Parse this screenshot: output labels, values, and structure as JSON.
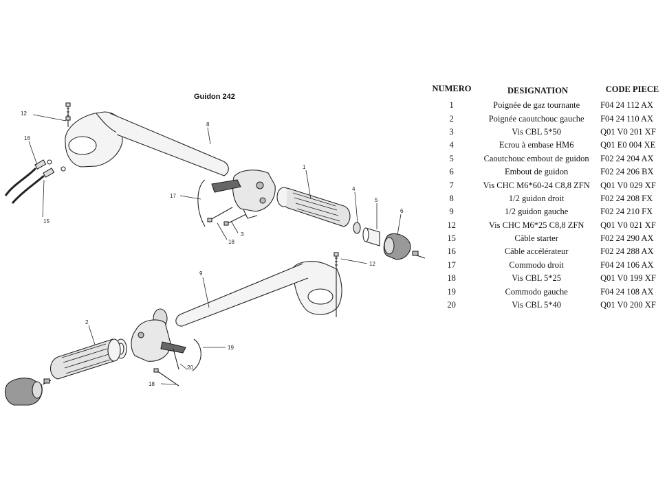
{
  "diagram": {
    "title": "Guidon 242",
    "callouts": [
      "12",
      "16",
      "15",
      "8",
      "17",
      "3",
      "18",
      "1",
      "4",
      "5",
      "6",
      "9",
      "12",
      "2",
      "20",
      "19",
      "18"
    ]
  },
  "parts_table": {
    "headers": {
      "num": "NUMERO",
      "designation": "DESIGNATION",
      "code": "CODE PIECE"
    },
    "rows": [
      {
        "num": "1",
        "designation": "Poignée de gaz tournante",
        "code": "F04 24 112 AX"
      },
      {
        "num": "2",
        "designation": "Poignée caoutchouc gauche",
        "code": "F04 24 110 AX"
      },
      {
        "num": "3",
        "designation": "Vis CBL 5*50",
        "code": "Q01 V0 201 XF"
      },
      {
        "num": "4",
        "designation": "Ecrou à embase HM6",
        "code": "Q01 E0 004 XE"
      },
      {
        "num": "5",
        "designation": "Caoutchouc embout de guidon",
        "code": "F02 24 204 AX"
      },
      {
        "num": "6",
        "designation": "Embout de guidon",
        "code": "F02 24 206 BX"
      },
      {
        "num": "7",
        "designation": "Vis CHC M6*60-24 C8,8 ZFN",
        "code": "Q01 V0 029 XF"
      },
      {
        "num": "8",
        "designation": "1/2 guidon droit",
        "code": "F02 24 208 FX"
      },
      {
        "num": "9",
        "designation": "1/2 guidon gauche",
        "code": "F02 24 210 FX"
      },
      {
        "num": "12",
        "designation": "Vis CHC M6*25 C8,8 ZFN",
        "code": "Q01 V0 021 XF"
      },
      {
        "num": "15",
        "designation": "Câble starter",
        "code": "F02 24 290 AX"
      },
      {
        "num": "16",
        "designation": "Câble accélérateur",
        "code": "F02 24 288 AX"
      },
      {
        "num": "17",
        "designation": "Commodo droit",
        "code": "F04 24 106 AX"
      },
      {
        "num": "18",
        "designation": "Vis CBL 5*25",
        "code": "Q01 V0 199 XF"
      },
      {
        "num": "19",
        "designation": "Commodo gauche",
        "code": "F04 24 108 AX"
      },
      {
        "num": "20",
        "designation": "Vis CBL 5*40",
        "code": "Q01 V0 200 XF"
      }
    ]
  }
}
